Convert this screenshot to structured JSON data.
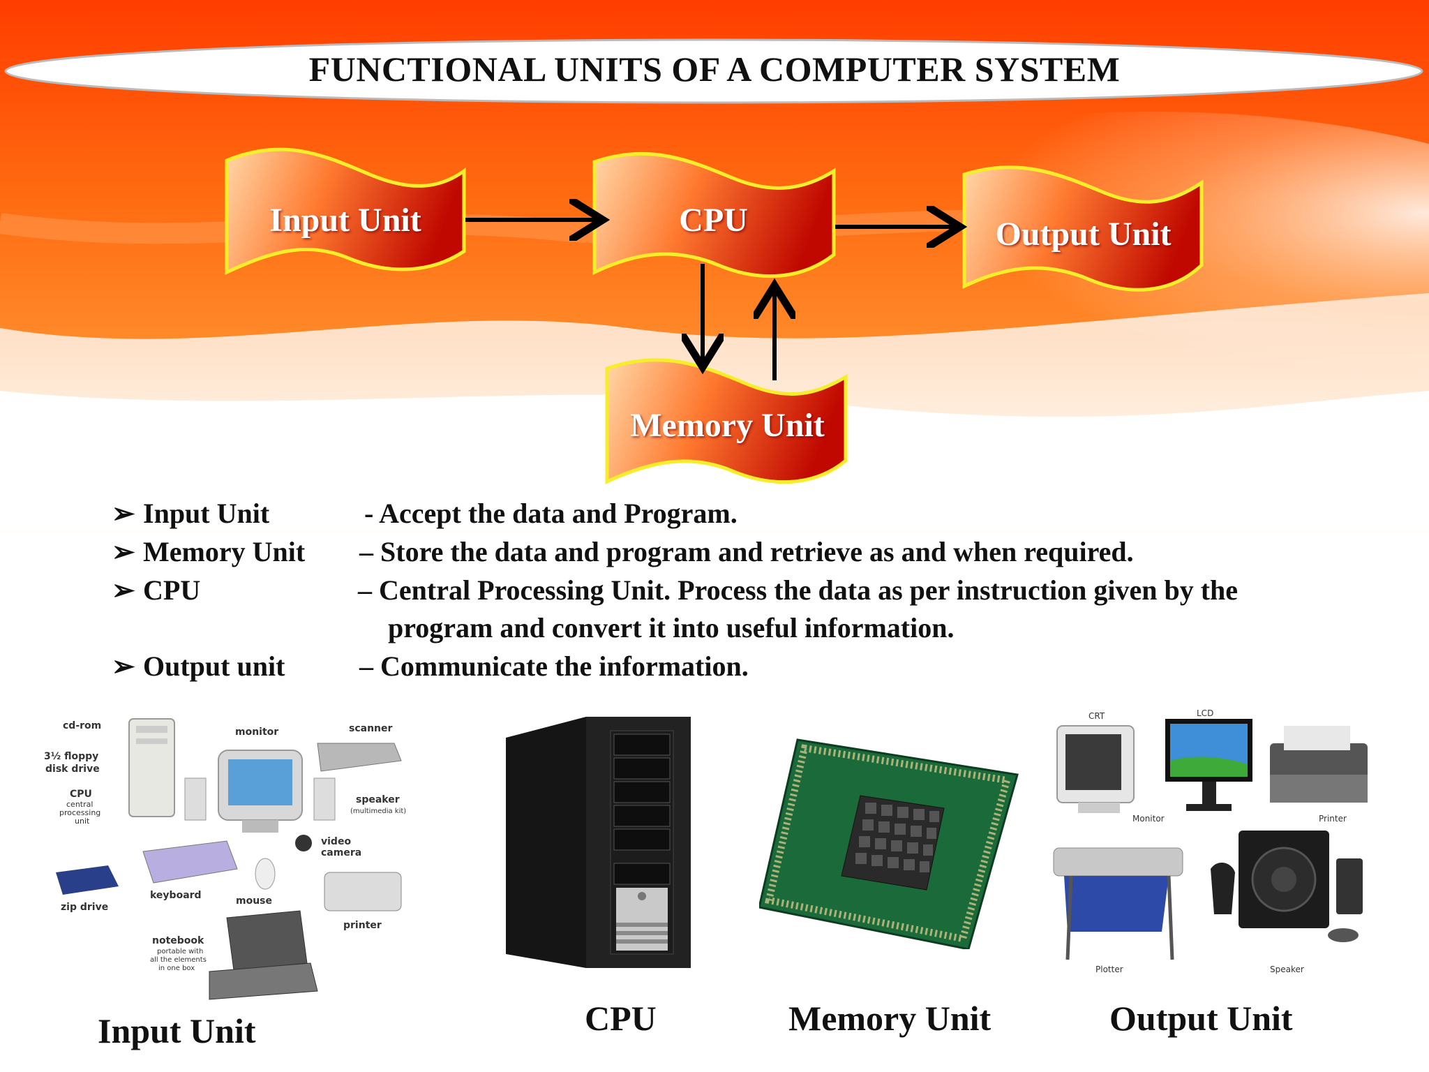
{
  "title": "FUNCTIONAL UNITS OF A COMPUTER SYSTEM",
  "diagram": {
    "nodes": {
      "input": "Input Unit",
      "cpu": "CPU",
      "output": "Output Unit",
      "memory": "Memory Unit"
    }
  },
  "descriptions": [
    {
      "term": "Input Unit",
      "definition": "-  Accept the data and Program.",
      "continuation": ""
    },
    {
      "term": "Memory Unit",
      "definition": "– Store the data and program and retrieve as and when required.",
      "continuation": ""
    },
    {
      "term": "CPU",
      "definition": "– Central Processing Unit. Process the data as per instruction  given by the",
      "continuation": "program and convert it into useful information."
    },
    {
      "term": "Output unit",
      "definition": "– Communicate the information.",
      "continuation": ""
    }
  ],
  "bullet": "➢",
  "input_picture_labels": {
    "cdrom": "cd-rom",
    "monitor": "monitor",
    "scanner": "scanner",
    "floppy_1": "3½ floppy",
    "floppy_2": "disk drive",
    "cpu_1": "CPU",
    "cpu_2": "central",
    "cpu_3": "processing",
    "cpu_4": "unit",
    "speaker_1": "speaker",
    "speaker_2": "(multimedia kit)",
    "video_1": "video",
    "video_2": "camera",
    "keyboard": "keyboard",
    "mouse": "mouse",
    "zip": "zip drive",
    "printer": "printer",
    "notebook_1": "notebook",
    "notebook_2": "portable with",
    "notebook_3": "all the elements",
    "notebook_4": "in one box"
  },
  "output_picture_labels": {
    "crt": "CRT",
    "lcd": "LCD",
    "monitor": "Monitor",
    "printer": "Printer",
    "plotter": "Plotter",
    "speaker": "Speaker"
  },
  "captions": {
    "input": "Input Unit",
    "cpu": "CPU",
    "memory": "Memory Unit",
    "output": "Output Unit"
  },
  "colors": {
    "background_top": "#ff4a0a",
    "flag_fill_dark": "#c81000",
    "flag_fill_light": "#ffcf9a",
    "flag_border": "#f6ee2a",
    "arrow": "#000000"
  }
}
